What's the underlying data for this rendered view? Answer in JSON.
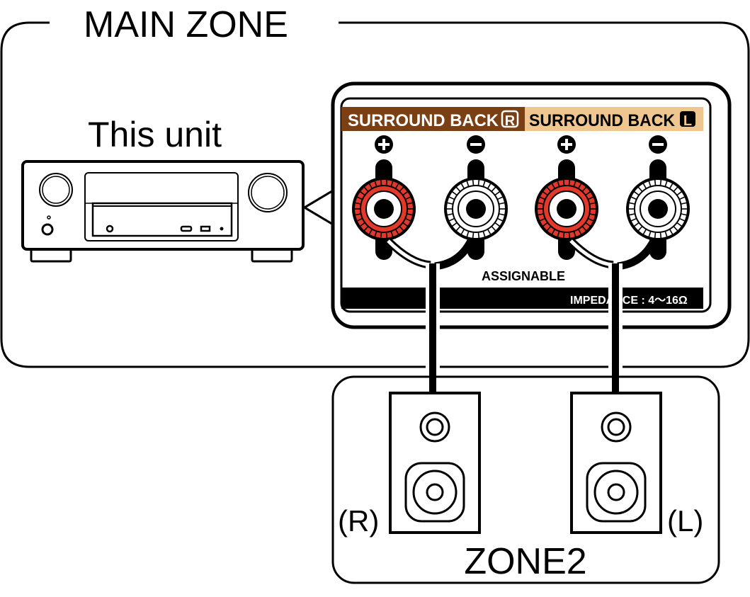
{
  "main_zone": {
    "title": "MAIN ZONE"
  },
  "unit": {
    "label": "This unit"
  },
  "panel": {
    "header_right": "SURROUND BACK",
    "header_right_badge": "R",
    "header_left": "SURROUND BACK",
    "header_left_badge": "L",
    "assignable": "ASSIGNABLE",
    "impedance": "IMPEDANCE : 4～16Ω",
    "terminals": [
      {
        "polarity": "+",
        "color": "red"
      },
      {
        "polarity": "−",
        "color": "white"
      },
      {
        "polarity": "+",
        "color": "red"
      },
      {
        "polarity": "−",
        "color": "white"
      }
    ]
  },
  "zone2": {
    "title": "ZONE2",
    "speaker_right": "(R)",
    "speaker_left": "(L)"
  },
  "colors": {
    "brown": "#7b3f14",
    "tan": "#efc590",
    "terminal_red": "#e2392a"
  }
}
